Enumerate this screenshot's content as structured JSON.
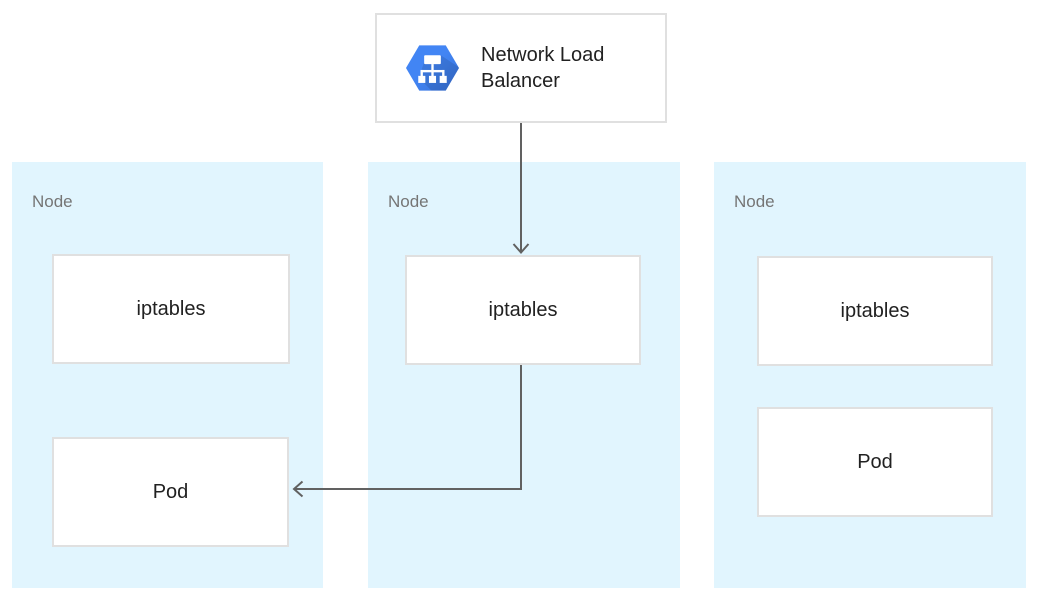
{
  "diagram": {
    "load_balancer": {
      "label": "Network Load Balancer",
      "icon": "network-load-balancer-hexagon-icon"
    },
    "nodes": [
      {
        "label": "Node",
        "boxes": [
          {
            "label": "iptables"
          },
          {
            "label": "Pod"
          }
        ]
      },
      {
        "label": "Node",
        "boxes": [
          {
            "label": "iptables"
          }
        ]
      },
      {
        "label": "Node",
        "boxes": [
          {
            "label": "iptables"
          },
          {
            "label": "Pod"
          }
        ]
      }
    ],
    "arrows": [
      {
        "from": "load-balancer",
        "to": "middle-node-iptables"
      },
      {
        "from": "middle-node-iptables",
        "to": "left-node-pod"
      }
    ],
    "colors": {
      "node_fill": "#e1f5fe",
      "inner_box_border": "#e0e0e0",
      "lb_box_border": "#e0e0e0",
      "arrow": "#616161",
      "node_label_text": "#757575",
      "box_text": "#212121",
      "hexagon_blue": "#4285f4",
      "hexagon_shade": "#3770d6",
      "icon_glyph": "#ffffff"
    }
  }
}
